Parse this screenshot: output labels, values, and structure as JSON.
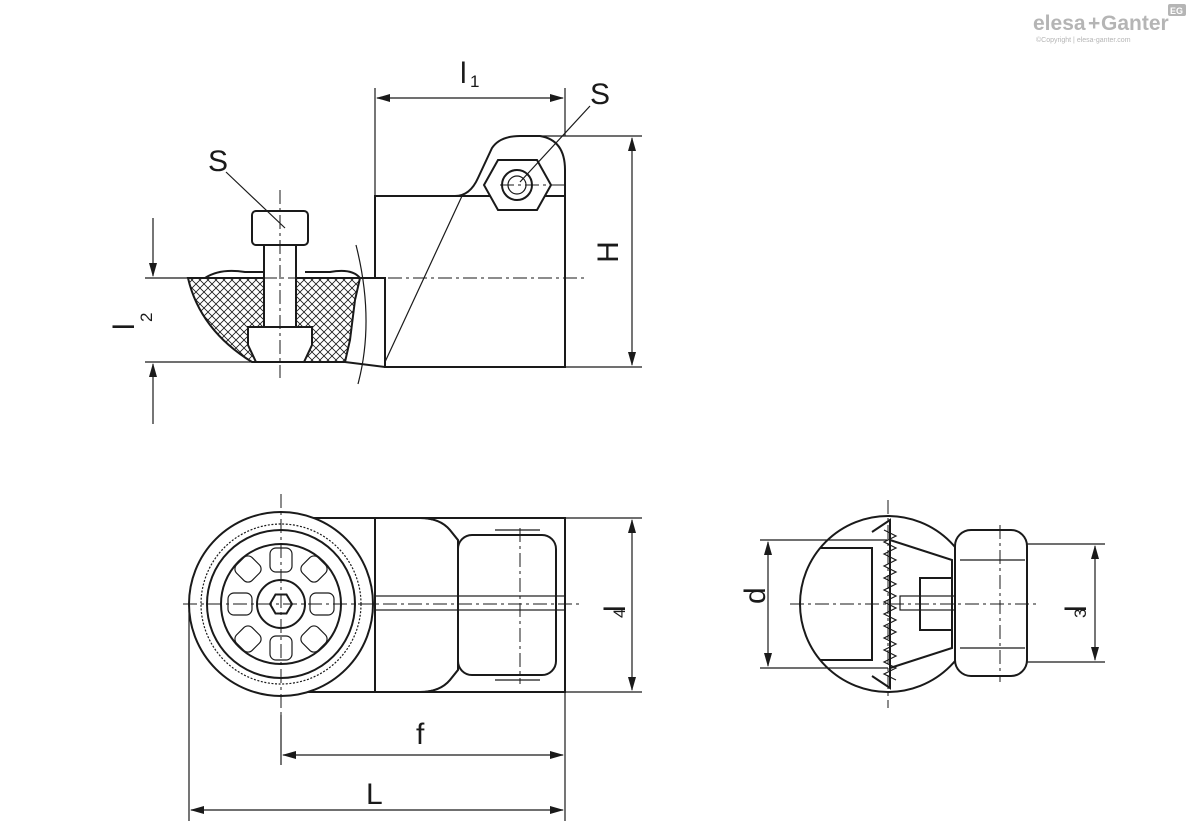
{
  "logo": {
    "brand_left": "elesa",
    "plus": "+",
    "brand_right": "Ganter",
    "badge": "EG",
    "copyright": "©Copyright | elesa-ganter.com"
  },
  "labels": {
    "l1": "l",
    "l1_sub": "1",
    "s_top": "S",
    "s_left": "S",
    "H": "H",
    "l2": "l",
    "l2_sub": "2",
    "l4": "l",
    "l4_sub": "4",
    "f": "f",
    "L": "L",
    "d": "d",
    "l3": "l",
    "l3_sub": "3"
  }
}
